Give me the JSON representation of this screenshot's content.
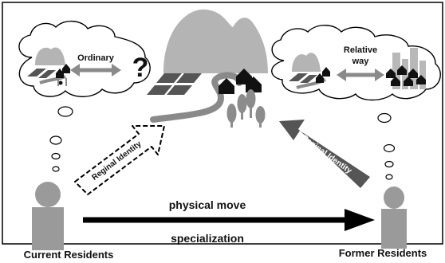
{
  "labels": {
    "ordinary": "Ordinary",
    "question_mark": "?",
    "relative_line1": "Relative",
    "relative_line2": "way",
    "regional_identity_left": "Reginal Identity",
    "regional_identity_right": "Reginal Identity",
    "physical_move": "physical move",
    "specialization": "specialization",
    "current_residents": "Current Residents",
    "former_residents": "Former Residents"
  },
  "colors": {
    "border": "#000000",
    "mountain": "#b4b4b4",
    "field": "#555555",
    "road": "#8a8a8a",
    "house": "#111111",
    "tree": "#8c8c8c",
    "person": "#9a9a9a",
    "arrow_filled": "#555555",
    "city_block": "#b8b8b8"
  }
}
